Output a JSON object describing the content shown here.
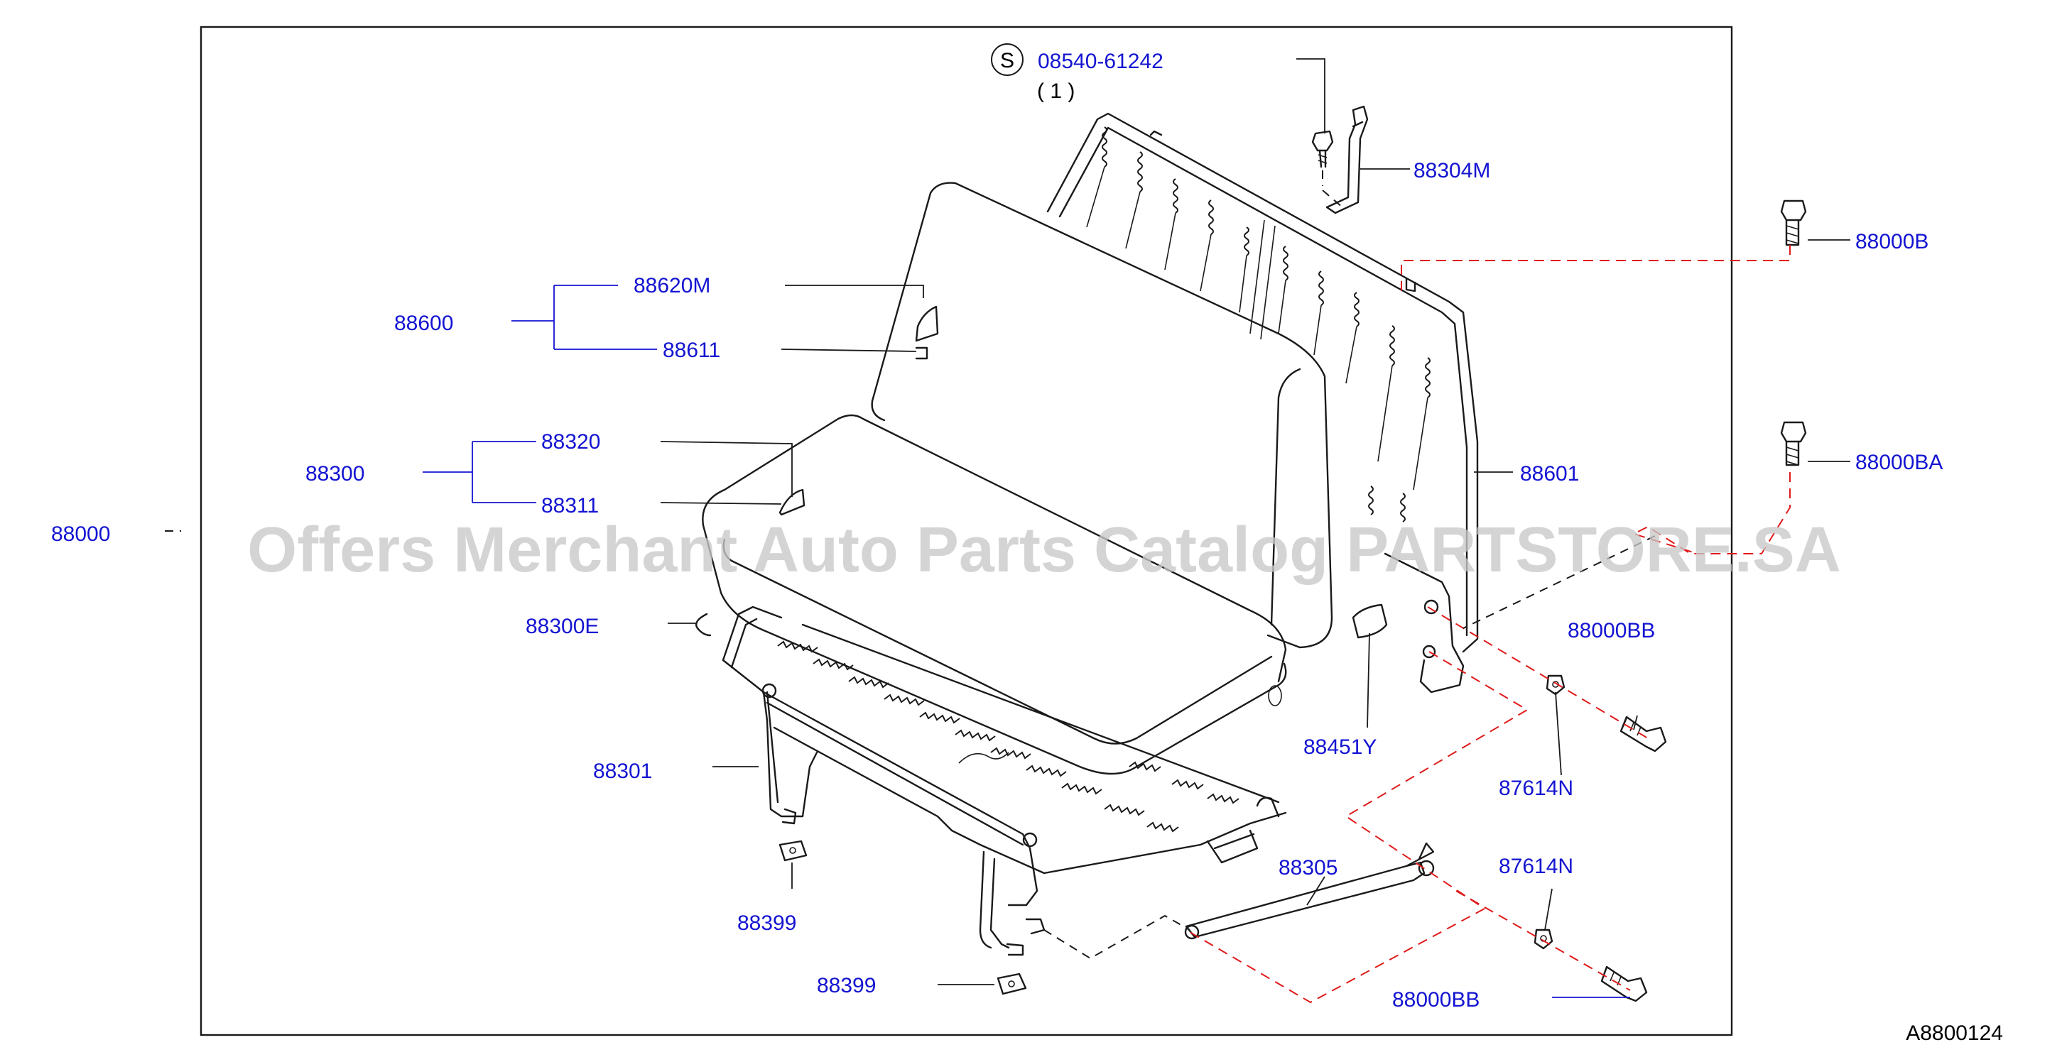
{
  "diagram": {
    "reference_code": "A8800124",
    "watermark": "Offers Merchant Auto Parts Catalog PARTSTORE.SA",
    "standard_part": {
      "symbol": "S",
      "number": "08540-61242",
      "quantity": "( 1 )"
    },
    "labels": {
      "p88304M": "88304M",
      "p88000B": "88000B",
      "p88000BA": "88000BA",
      "p88000BB_a": "88000BB",
      "p88000BB_b": "88000BB",
      "p88620M": "88620M",
      "p88600": "88600",
      "p88611": "88611",
      "p88320": "88320",
      "p88300": "88300",
      "p88311": "88311",
      "p88000_cut": "88000",
      "p88601": "88601",
      "p88300E": "88300E",
      "p88451Y": "88451Y",
      "p87614N_a": "87614N",
      "p87614N_b": "87614N",
      "p88301": "88301",
      "p88305": "88305",
      "p88399_a": "88399",
      "p88399_b": "88399"
    }
  }
}
